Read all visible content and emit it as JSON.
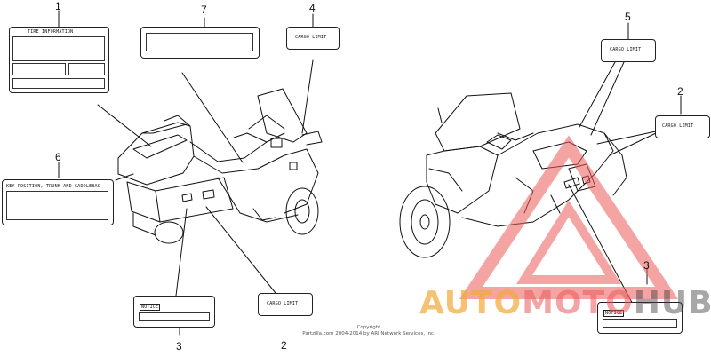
{
  "callouts": {
    "n1": "1",
    "n2_left": "2",
    "n3_left": "3",
    "n4": "4",
    "n5": "5",
    "n6": "6",
    "n7": "7",
    "n2_right": "2",
    "n3_right": "3"
  },
  "labels": {
    "tire_information": "TIRE INFORMATION",
    "cargo_limit_4": "CARGO LIMIT",
    "cargo_limit_5": "CARGO LIMIT",
    "cargo_limit_2": "CARGO LIMIT",
    "cargo_limit_bottom": "CARGO LIMIT",
    "key_position": "KEY POSITION, TRUNK AND SADDLEBAG",
    "notice_left": "NOTICE",
    "notice_right": "NOTICE"
  },
  "copyright": {
    "line1": "Copyright",
    "line2": "Partzilla.com 2004-2014 by ARI Network Services, Inc."
  },
  "watermark": {
    "part1": "AUTO",
    "part2": "MOTO",
    "part3": "HUB"
  },
  "colors": {
    "line": "#111111",
    "watermark_red": "#ee5a5a",
    "watermark_orange": "#f0aa3c"
  }
}
